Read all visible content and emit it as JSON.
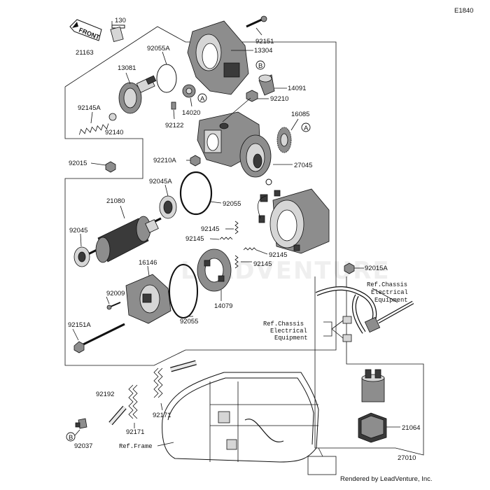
{
  "diagram_code": "E1840",
  "front_label": "FRONT",
  "footer": "Rendered by LeadVenture, Inc.",
  "watermark": "LEADVENTURE",
  "parts": {
    "p130": "130",
    "p21163": "21163",
    "p92055A": "92055A",
    "p92151": "92151",
    "p13304": "13304",
    "p13081": "13081",
    "p14091": "14091",
    "p92210": "92210",
    "p14020": "14020",
    "p92145A": "92145A",
    "p92140": "92140",
    "p92122": "92122",
    "p16085": "16085",
    "p92015": "92015",
    "p92210A": "92210A",
    "p27045": "27045",
    "p92045A": "92045A",
    "p21080": "21080",
    "p92055": "92055",
    "p92045": "92045",
    "p92145a": "92145",
    "p92145b": "92145",
    "p92145c": "92145",
    "p92145d": "92145",
    "p16146": "16146",
    "p92015A": "92015A",
    "p92009": "92009",
    "p14079": "14079",
    "p92055b": "92055",
    "p92151A": "92151A",
    "p92192": "92192",
    "p92171a": "92171",
    "p92171b": "92171",
    "p21064": "21064",
    "p92037": "92037",
    "p27010": "27010"
  },
  "callouts": {
    "A1": "A",
    "A2": "A",
    "B1": "B",
    "B2": "B"
  },
  "references": {
    "chassis1": [
      "Ref.Chassis",
      "Electrical",
      "Equipment"
    ],
    "chassis2": [
      "Ref.Chassis",
      "Electrical",
      "Equipment"
    ],
    "frame": "Ref.Frame"
  }
}
